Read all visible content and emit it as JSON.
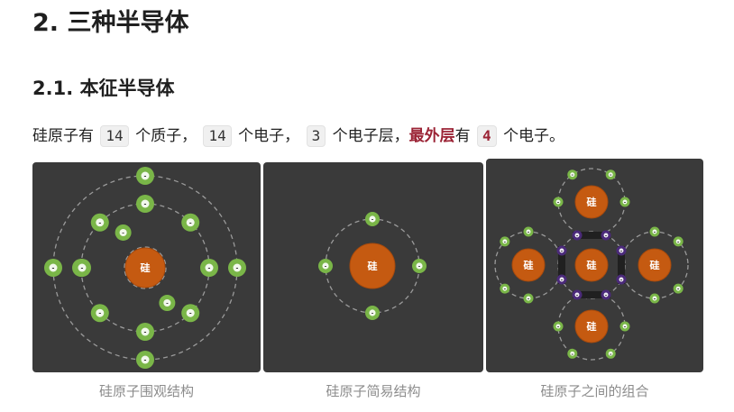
{
  "section_title": "2. 三种半导体",
  "subsection_title": "2.1. 本征半导体",
  "paragraph": {
    "p1": "硅原子有",
    "protons": "14",
    "p2": "个质子，",
    "electrons": "14",
    "p3": "个电子，",
    "shells": "3",
    "p4": "个电子层，",
    "emphasis": "最外层",
    "p5": "有",
    "outer_electrons": "4",
    "p6": "个电子。"
  },
  "figures": [
    {
      "caption": "硅原子围观结构"
    },
    {
      "caption": "硅原子简易结构"
    },
    {
      "caption": "硅原子之间的组合"
    }
  ],
  "atom_label": "硅",
  "electron_sign": "-",
  "colors": {
    "panel_bg": "#3a3a3a",
    "nucleus": "#c55a11",
    "electron": "#7ab648",
    "shared_electron": "#4b2a7a",
    "emphasis": "#9b2335",
    "orbit": "#9a9a9a"
  }
}
